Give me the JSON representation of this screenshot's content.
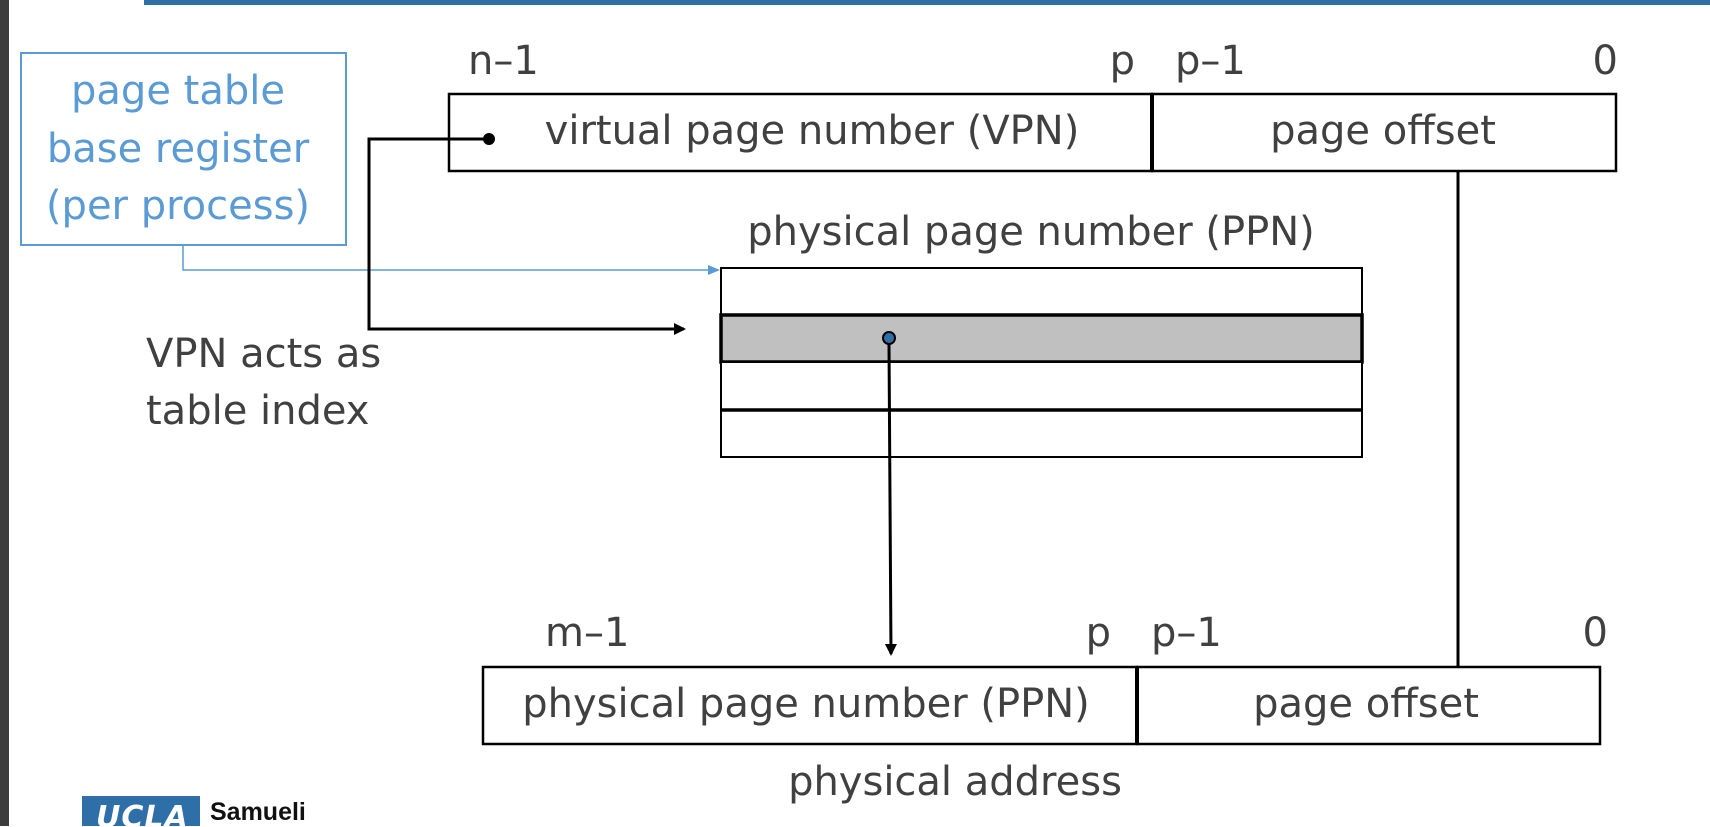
{
  "ptbr": {
    "line1": "page table",
    "line2": "base register",
    "line3": "(per process)"
  },
  "virtual_address": {
    "bit_high": "n–1",
    "bit_p": "p",
    "bit_p_minus_1": "p–1",
    "bit_zero": "0",
    "vpn_label": "virtual page number (VPN)",
    "offset_label": "page offset"
  },
  "page_table": {
    "header": "physical page number (PPN)"
  },
  "vpn_note": {
    "line1": "VPN acts as",
    "line2": "table index"
  },
  "physical_address": {
    "bit_high": "m–1",
    "bit_p": "p",
    "bit_p_minus_1": "p–1",
    "bit_zero": "0",
    "ppn_label": "physical page number (PPN)",
    "offset_label": "page offset",
    "caption": "physical address"
  },
  "logo": {
    "brand": "UCLA",
    "name": "Samueli"
  },
  "colors": {
    "accent_blue": "#5b9bd5",
    "bar_blue": "#2f6fa8",
    "row_highlight": "#c0c0c0",
    "text": "#404040"
  }
}
